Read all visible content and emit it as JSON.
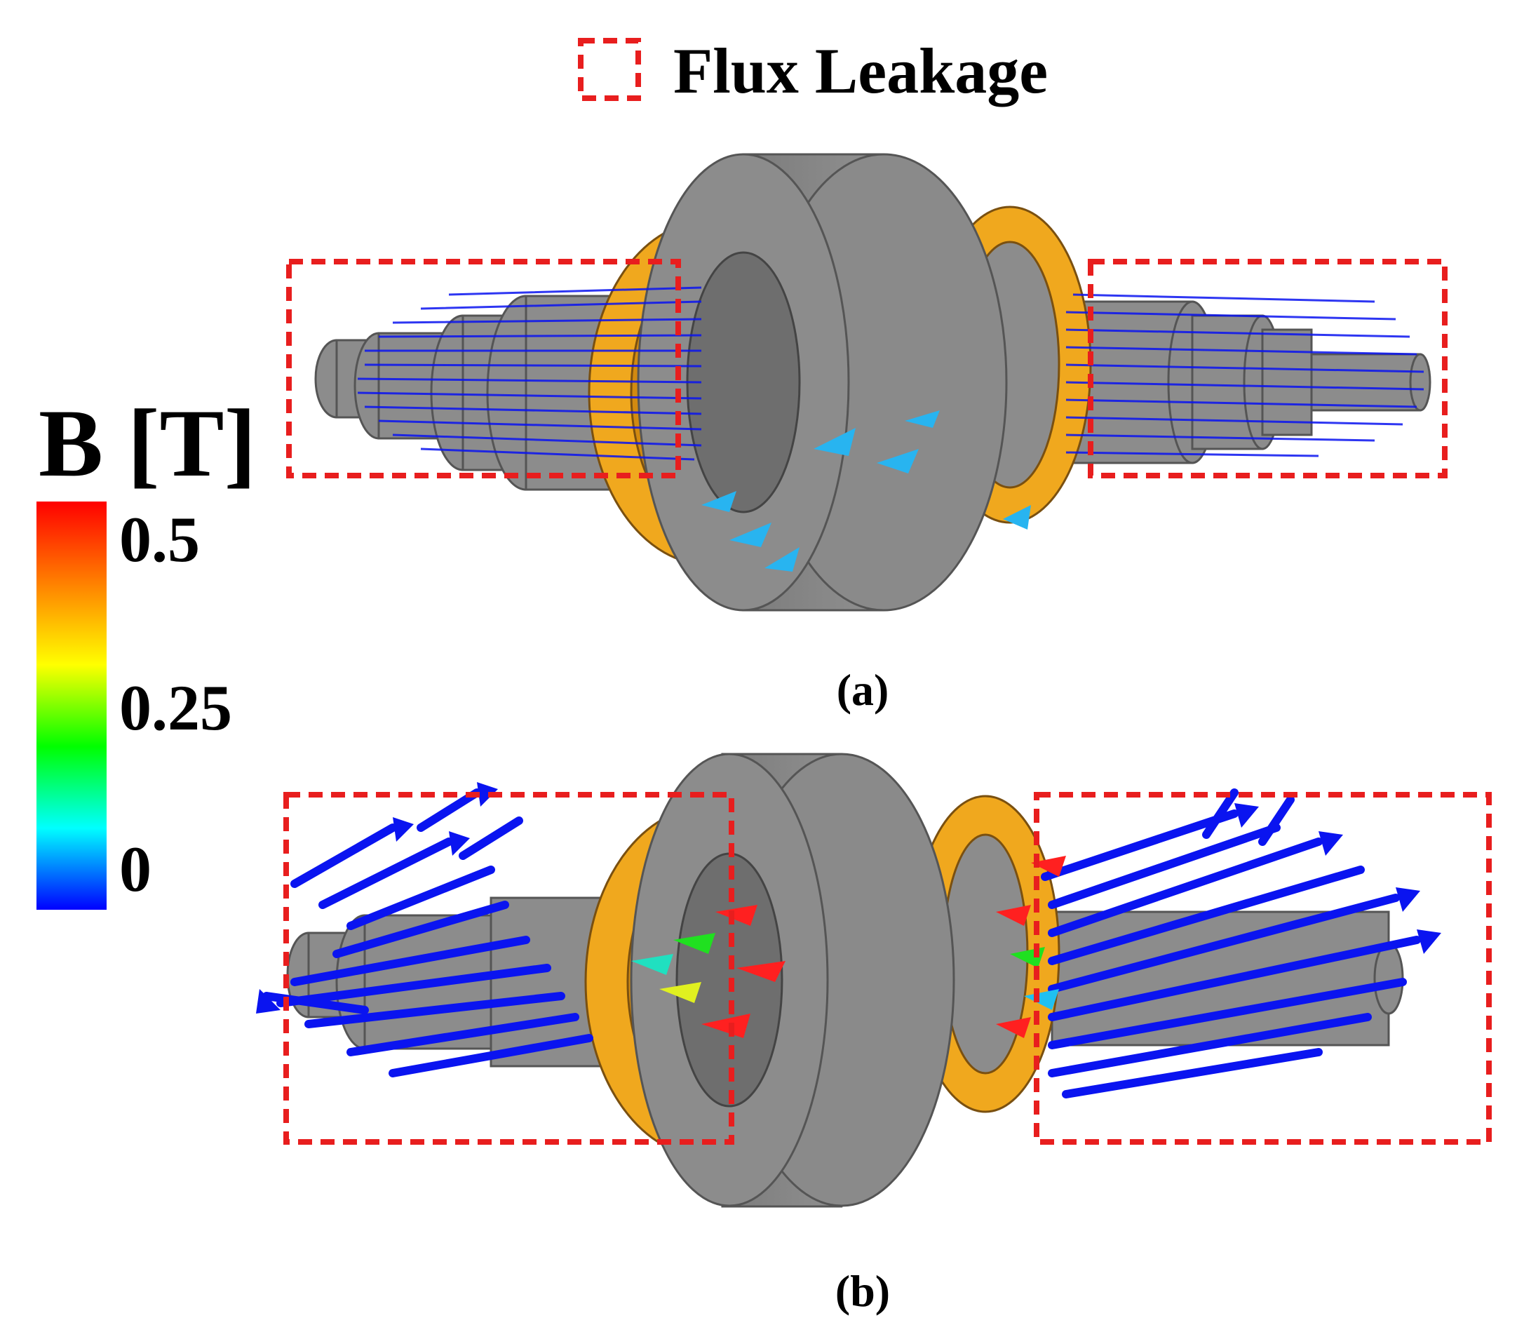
{
  "legend": {
    "box_label": "Flux Leakage",
    "box_color": "#e81e1e"
  },
  "colorbar": {
    "title": "B [T]",
    "ticks": [
      "0.5",
      "0.25",
      "0"
    ],
    "tick_values": [
      0.5,
      0.25,
      0
    ],
    "range": [
      0,
      0.5
    ],
    "colormap": [
      "#0000ff",
      "#00ffff",
      "#00ff00",
      "#ffff00",
      "#ff8000",
      "#ff0000"
    ]
  },
  "panels": [
    {
      "caption": "(a)"
    },
    {
      "caption": "(b)"
    }
  ],
  "colors": {
    "rotor_gray": "#8c8c8c",
    "rotor_dark": "#5a5a5a",
    "winding_orange": "#f0a81e",
    "leakage_blue": "#0a14f0",
    "leakage_cyan": "#28b4f0"
  }
}
